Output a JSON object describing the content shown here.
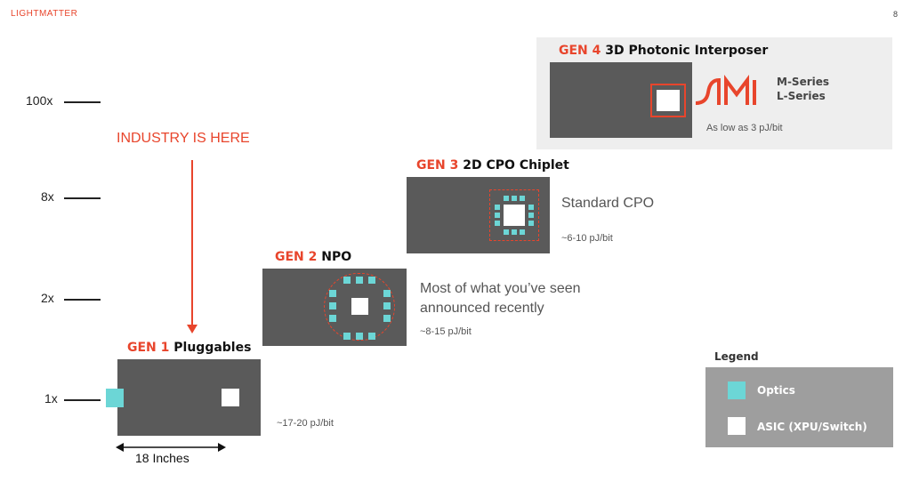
{
  "header": {
    "logo_text": "LIGHTMATTER",
    "page_number": "8"
  },
  "y_axis": {
    "labels": [
      {
        "text": "100x"
      },
      {
        "text": "8x"
      },
      {
        "text": "2x"
      },
      {
        "text": "1x"
      }
    ]
  },
  "industry_marker": {
    "text": "INDUSTRY IS HERE"
  },
  "gen1": {
    "gen": "GEN 1",
    "name": "Pluggables",
    "metric": "~17-20 pJ/bit",
    "dimension": "18 Inches"
  },
  "gen2": {
    "gen": "GEN 2",
    "name": "NPO",
    "metric": "~8-15 pJ/bit",
    "desc_line1": "Most of what you’ve seen",
    "desc_line2": "announced recently"
  },
  "gen3": {
    "gen": "GEN 3",
    "name": "2D CPO Chiplet",
    "metric": "~6-10 pJ/bit",
    "desc": "Standard CPO"
  },
  "gen4": {
    "gen": "GEN 4",
    "name": "3D Photonic  Interposer",
    "metric": "As low as 3 pJ/bit",
    "series_1": "M-Series",
    "series_2": "L-Series"
  },
  "legend": {
    "title": "Legend",
    "items": [
      {
        "label": "Optics",
        "color": "#6cd6d6"
      },
      {
        "label": "ASIC (XPU/Switch)",
        "color": "#ffffff"
      }
    ]
  },
  "colors": {
    "accent": "#e8452c",
    "board": "#5a5a5a",
    "optics": "#6cd6d6",
    "asic": "#ffffff"
  }
}
